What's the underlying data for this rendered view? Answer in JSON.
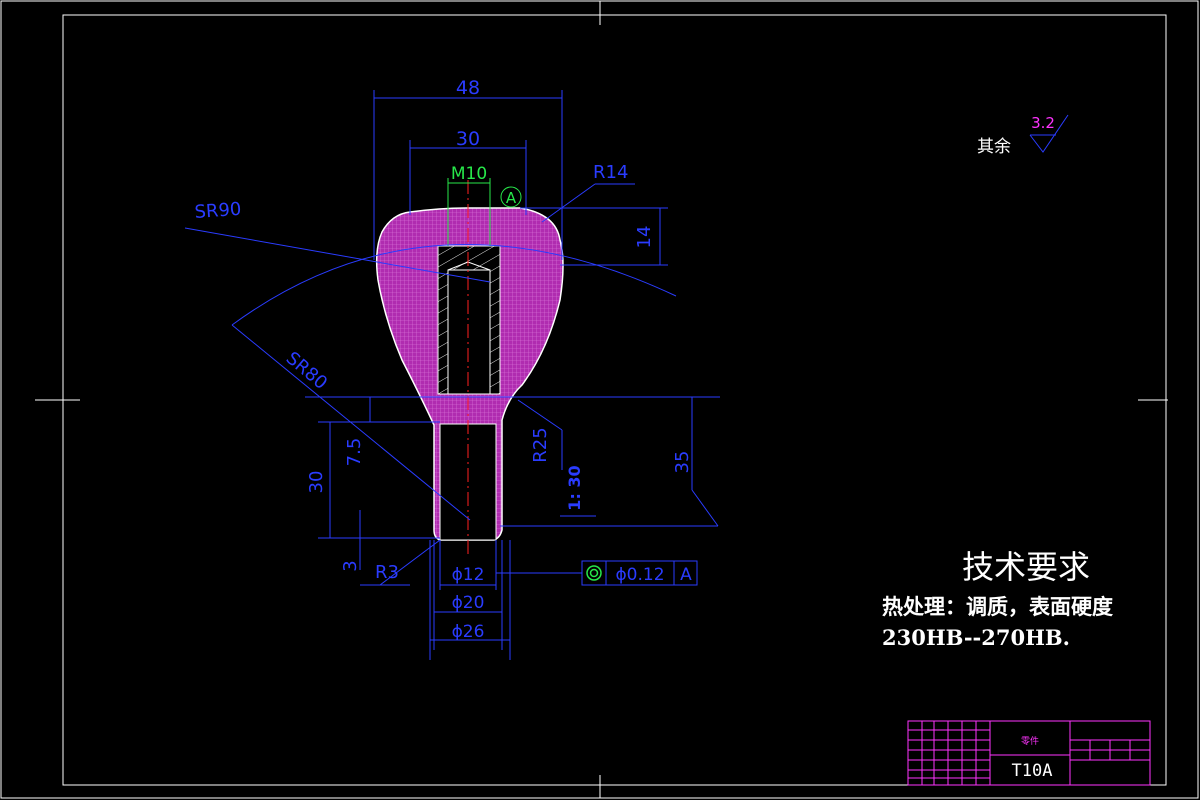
{
  "drawing": {
    "dimensions": {
      "d48": "48",
      "d30_top": "30",
      "m10": "M10",
      "datum": "A",
      "r14": "R14",
      "sr90": "SR90",
      "d14": "14",
      "sr80": "SR80",
      "d7_5": "7.5",
      "d30_left": "30",
      "d3": "3",
      "r3": "R3",
      "r25": "R25",
      "taper": "1: 30",
      "d35": "35",
      "phi12": "ϕ12",
      "phi20": "ϕ20",
      "phi26": "ϕ26"
    },
    "tolerance": {
      "value": "ϕ0.12",
      "datum": "A"
    },
    "roughness": {
      "label": "其余",
      "value": "3.2"
    },
    "requirements": {
      "title": "技术要求",
      "line1": "热处理：调质，表面硬度",
      "line2": "230HB--270HB."
    },
    "title_block": {
      "part_name": "零件",
      "material": "T10A"
    },
    "colors": {
      "dimension": "#2a3cff",
      "part_fill": "#c036c0",
      "outline": "#ffffff",
      "centerline": "#ff2020",
      "title_block": "#ff33ff",
      "roughness": "#ff33ff",
      "tolerance_symbol": "#27e84a"
    }
  }
}
